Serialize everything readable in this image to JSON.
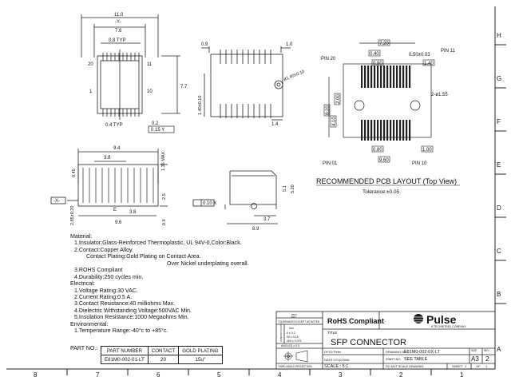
{
  "grid": {
    "rows": [
      "H",
      "G",
      "F",
      "E",
      "D",
      "C",
      "B",
      "A"
    ],
    "cols": [
      "8",
      "7",
      "6",
      "5",
      "4",
      "3",
      "2",
      "1"
    ]
  },
  "views": {
    "top": {
      "width_dim": "11.0",
      "datum_y": "-Y-",
      "pitch_dim": "7.6",
      "typ_dim": "0.8 TYP",
      "pin_left_top": "20",
      "pin_right_top": "11",
      "pin_left_bot": "1",
      "pin_right_bot": "10",
      "height_dim": "7.7",
      "pitch_small": "0.4 TYP",
      "tol_dim": "0.2",
      "fcf": "0.15 Y"
    },
    "bottom": {
      "left_dim": "0.9",
      "right_dim": "1.0",
      "hole_dim": "ø1.40±0.10",
      "height_dim": "1.40±0.10",
      "foot_dim": "1.4"
    },
    "side": {
      "top_dim": "9.4",
      "pitch_dim": "3.8",
      "max_dim": "1.35 MAX",
      "left_dim": "0.45",
      "datum_x": "-X-",
      "mid_dim": "2.5",
      "bot_dim": "2.85±0.20",
      "inner_dim": "3.8",
      "bottom_dim": "9.6",
      "small_dim": "0.9",
      "label_e": "E"
    },
    "end": {
      "fcf": "0.10 X",
      "h1": "5.1",
      "h2": "5.20",
      "w1": "3.7",
      "w2": "8.9"
    }
  },
  "pcb": {
    "top_dim": "7.20",
    "dim_a": "0.40",
    "dim_b": "0.80",
    "dim_c": "0.50±0.03",
    "dim_d": "1.40",
    "pin20": "PIN 20",
    "pin11": "PIN 11",
    "pin01": "PIN 01",
    "pin10": "PIN 10",
    "hole": "2-ø1.55",
    "left_1": "2.00",
    "left_2": "8.20",
    "left_3": "4.10",
    "bot_a": "0.80",
    "bot_b": "9.60",
    "bot_c": "1.00",
    "title": "RECOMMENDED PCB LAYOUT (Top View)",
    "tolerance": "Tolerance:±0.05"
  },
  "notes": [
    {
      "text": "Material:",
      "indent": 0
    },
    {
      "text": "1.Insulator:Glass-Reinforced Thermoplastic, UL 94V-0,Color:Black.",
      "indent": 1
    },
    {
      "text": "2.Contact:Copper Alloy.",
      "indent": 1
    },
    {
      "text": "Contact Plating:Gold Plating on Contact Area.",
      "indent": 2
    },
    {
      "text": "Over Nickel underplating overall.",
      "indent": 3
    },
    {
      "text": "3.ROHS Compliant",
      "indent": 1
    },
    {
      "text": "4.Durability:250 cycles min.",
      "indent": 1
    },
    {
      "text": "Electrical:",
      "indent": 0
    },
    {
      "text": "1.Voltage Rating:30 VAC.",
      "indent": 1
    },
    {
      "text": "2.Current Rating:0.5 A.",
      "indent": 1
    },
    {
      "text": "3.Contact Resistance:40 milliohms Max.",
      "indent": 1
    },
    {
      "text": "4.Dielectric Withstanding Voltage:500VAC Min.",
      "indent": 1
    },
    {
      "text": "5.Insulation Resistance:1000 Megaohms Min.",
      "indent": 1
    },
    {
      "text": "Environmental:",
      "indent": 0
    },
    {
      "text": "1.Temperature Range:-40°c to +85°c.",
      "indent": 1
    }
  ],
  "part_table": {
    "label": "PART NO.:",
    "headers": [
      "PART NUMBER",
      "CONTACT",
      "GOLD PLATING"
    ],
    "rows": [
      [
        "E81M0-002-01-LT",
        "20",
        "15u\""
      ]
    ]
  },
  "title_block": {
    "rohs": "RoHS Compliant",
    "logo": "Pulse",
    "logo_sub": "A TECHNITROL COMPANY",
    "title_label": "TITLE",
    "title": "SFP CONNECTOR",
    "drawn_by": "DFTD Peter",
    "date": "DATE 07/10/2008",
    "drawing_no_label": "DRAWING NO.",
    "drawing_no": "E81M0-002-0X-LT",
    "part_no_label": "/PART NO.",
    "part_no": "SEE TABLE",
    "size_label": "SIZE",
    "size": "A3",
    "rev_label": "REV",
    "rev": "2",
    "scale": "SCALE : 5:1",
    "no_scale": "DO NOT SCALE DRAWING",
    "sheet_label": "SHEET",
    "sheet": "1",
    "of_label": "OF",
    "of": "1",
    "projection": "THIRD ANGLE PROJECTION",
    "tol_head": "mm",
    "tol_unit": "(inch)",
    "tol_note": "TOLERANCES EXCEPT AS NOTED",
    "tol_rows": [
      "mm",
      ".0 ± 0.2",
      ".00 ± 0.15",
      ".000 ± 0.075"
    ],
    "angles": "ANGLES ± 0.5",
    "dim_label": "DIMENSION UNITS"
  }
}
